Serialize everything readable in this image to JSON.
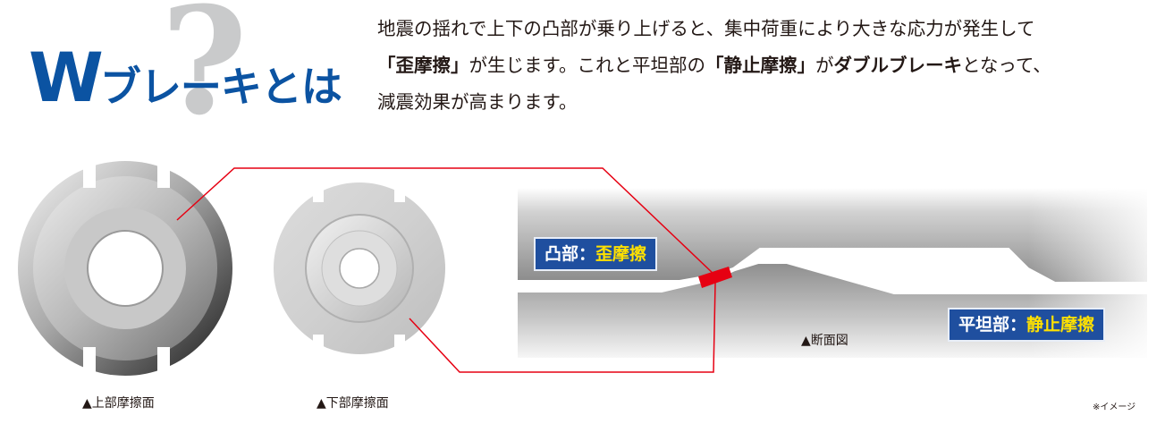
{
  "title": {
    "letter": "W",
    "rest": "ブレーキとは",
    "decoration": "?"
  },
  "description": {
    "line1": "地震の揺れで上下の凸部が乗り上げると、集中荷重により大きな応力が発生して",
    "line2_part1": "「歪摩擦」",
    "line2_part2": "が生じます。これと平坦部の",
    "line2_part3": "「静止摩擦」",
    "line2_part4": "が",
    "line2_part5": "ダブルブレーキ",
    "line2_part6": "となって、",
    "line3": "減震効果が高まります。"
  },
  "labels": {
    "convex_prefix": "凸部：",
    "convex_term": "歪摩擦",
    "flat_prefix": "平坦部：",
    "flat_term": "静止摩擦"
  },
  "captions": {
    "upper": "▲上部摩擦面",
    "lower": "▲下部摩擦面",
    "section": "▲断面図",
    "note": "※イメージ"
  },
  "colors": {
    "title_blue": "#0b53a2",
    "label_bg": "#1f4f9f",
    "label_highlight": "#ffe100",
    "connector_red": "#e60012"
  }
}
